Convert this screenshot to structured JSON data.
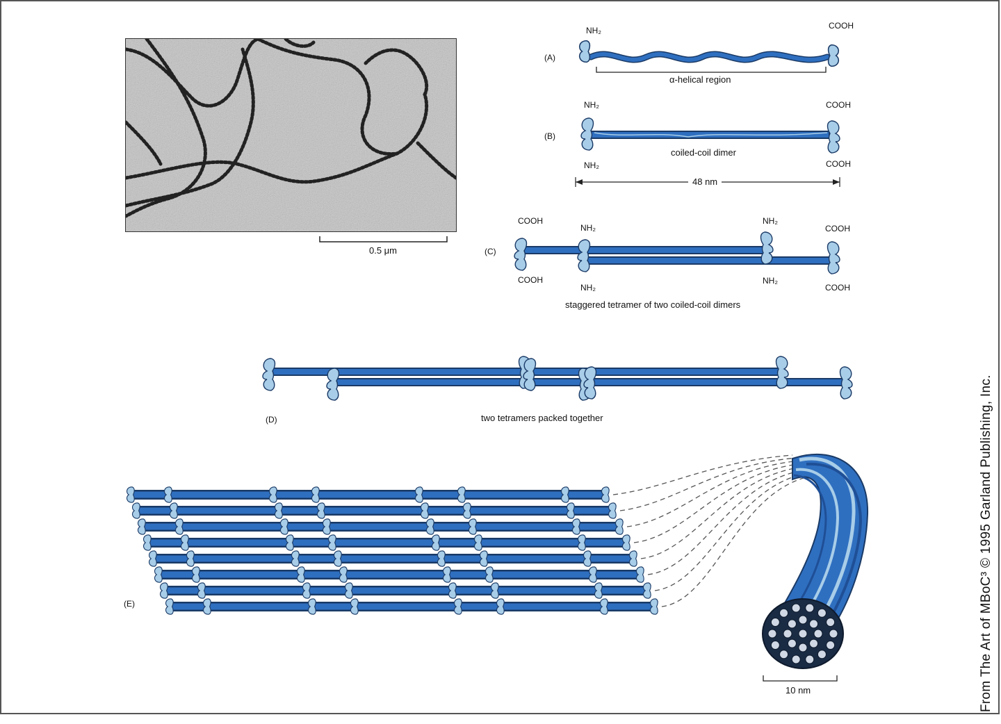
{
  "micrograph": {
    "scale_label": "0.5 μm"
  },
  "panel_a": {
    "letter": "(A)",
    "nh2": "NH₂",
    "cooh": "COOH",
    "caption": "α-helical region"
  },
  "panel_b": {
    "letter": "(B)",
    "nh2_top": "NH₂",
    "nh2_bottom": "NH₂",
    "cooh_top": "COOH",
    "cooh_bottom": "COOH",
    "caption": "coiled-coil dimer",
    "length_label": "48 nm"
  },
  "panel_c": {
    "letter": "(C)",
    "cooh_tl": "COOH",
    "cooh_bl": "COOH",
    "nh2_tl": "NH₂",
    "nh2_bl": "NH₂",
    "nh2_tr": "NH₂",
    "nh2_br": "NH₂",
    "cooh_tr": "COOH",
    "cooh_br": "COOH",
    "caption": "staggered tetramer of two coiled-coil dimers"
  },
  "panel_d": {
    "letter": "(D)",
    "caption": "two tetramers packed together"
  },
  "panel_e": {
    "letter": "(E)",
    "scale_label": "10 nm"
  },
  "credit": "From The Art of MBoC³ © 1995 Garland Publishing, Inc.",
  "colors": {
    "blue": "#2f6fc0",
    "dark_blue": "#1f4f96",
    "light_blue": "#a8cde8",
    "outline": "#1a3a66"
  }
}
